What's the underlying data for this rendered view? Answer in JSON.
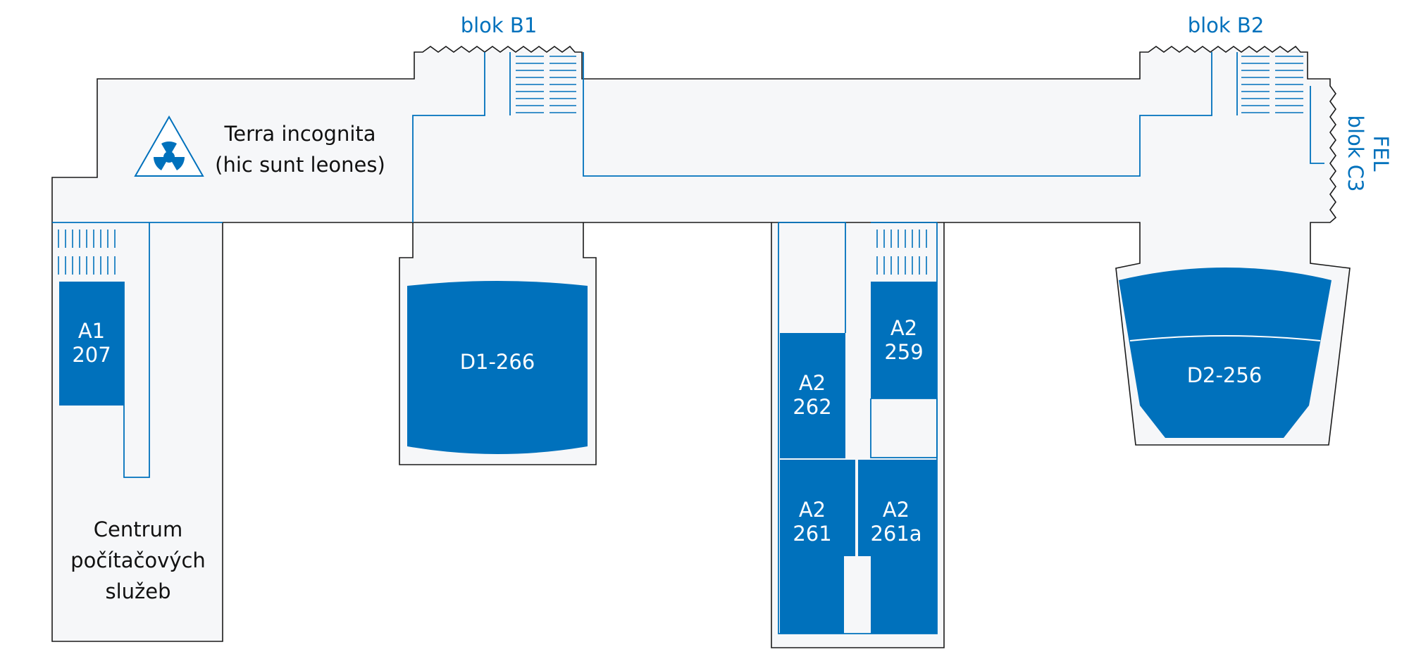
{
  "map": {
    "buildings": {
      "b1": "blok B1",
      "b2": "blok B2",
      "c3_line1": "FEL",
      "c3_line2": "blok C3"
    },
    "zones": {
      "terra_line1": "Terra incognita",
      "terra_line2": "(hic sunt leones)",
      "centrum_line1": "Centrum",
      "centrum_line2": "počítačových",
      "centrum_line3": "služeb"
    },
    "rooms": {
      "a1_207": [
        "A1",
        "207"
      ],
      "d1_266": "D1-266",
      "a2_262": [
        "A2",
        "262"
      ],
      "a2_259": [
        "A2",
        "259"
      ],
      "a2_261": [
        "A2",
        "261"
      ],
      "a2_261a": [
        "A2",
        "261a"
      ],
      "d2_256": "D2-256"
    },
    "icons": {
      "hazard": "radiation-warning-icon"
    },
    "colors": {
      "room_fill": "#0071bc",
      "floor_fill": "#f6f7f9",
      "wall": "#1a1a1a"
    }
  }
}
